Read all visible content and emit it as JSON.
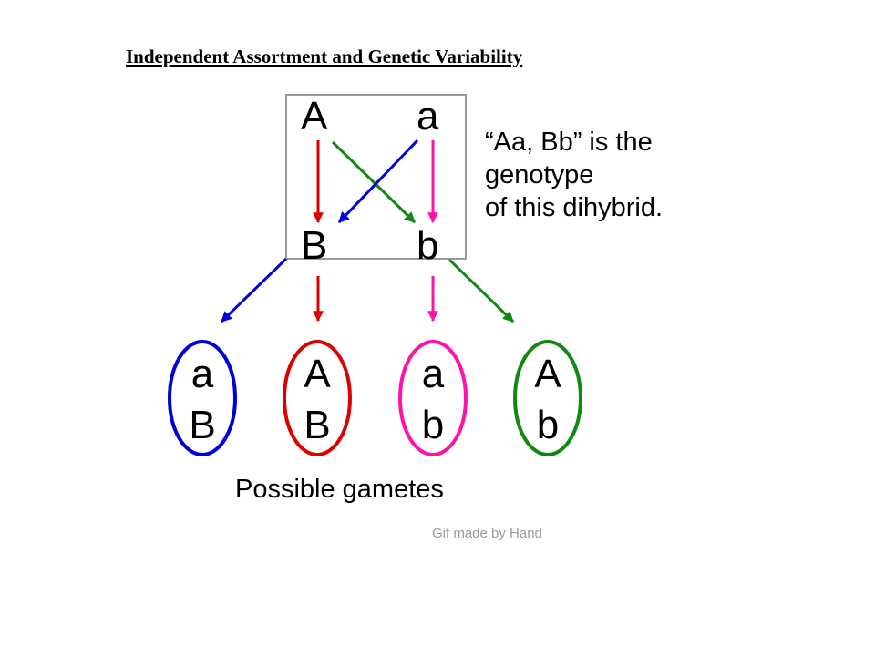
{
  "title": "Independent Assortment and Genetic Variability",
  "box": {
    "top_left": "A",
    "top_right": "a",
    "bottom_left": "B",
    "bottom_right": "b"
  },
  "caption": {
    "line1": "“Aa, Bb” is the",
    "line2": "genotype",
    "line3": "of this dihybrid."
  },
  "gametes": [
    {
      "top": "a",
      "bottom": "B",
      "color": "#0000dd"
    },
    {
      "top": "A",
      "bottom": "B",
      "color": "#dd0000"
    },
    {
      "top": "a",
      "bottom": "b",
      "color": "#ff11aa"
    },
    {
      "top": "A",
      "bottom": "b",
      "color": "#118811"
    }
  ],
  "footer": "Possible gametes",
  "credit": "Gif made by Hand",
  "colors": {
    "blue": "#0000dd",
    "red": "#dd0000",
    "pink": "#ff11aa",
    "green": "#118811",
    "box_border": "#999999"
  }
}
